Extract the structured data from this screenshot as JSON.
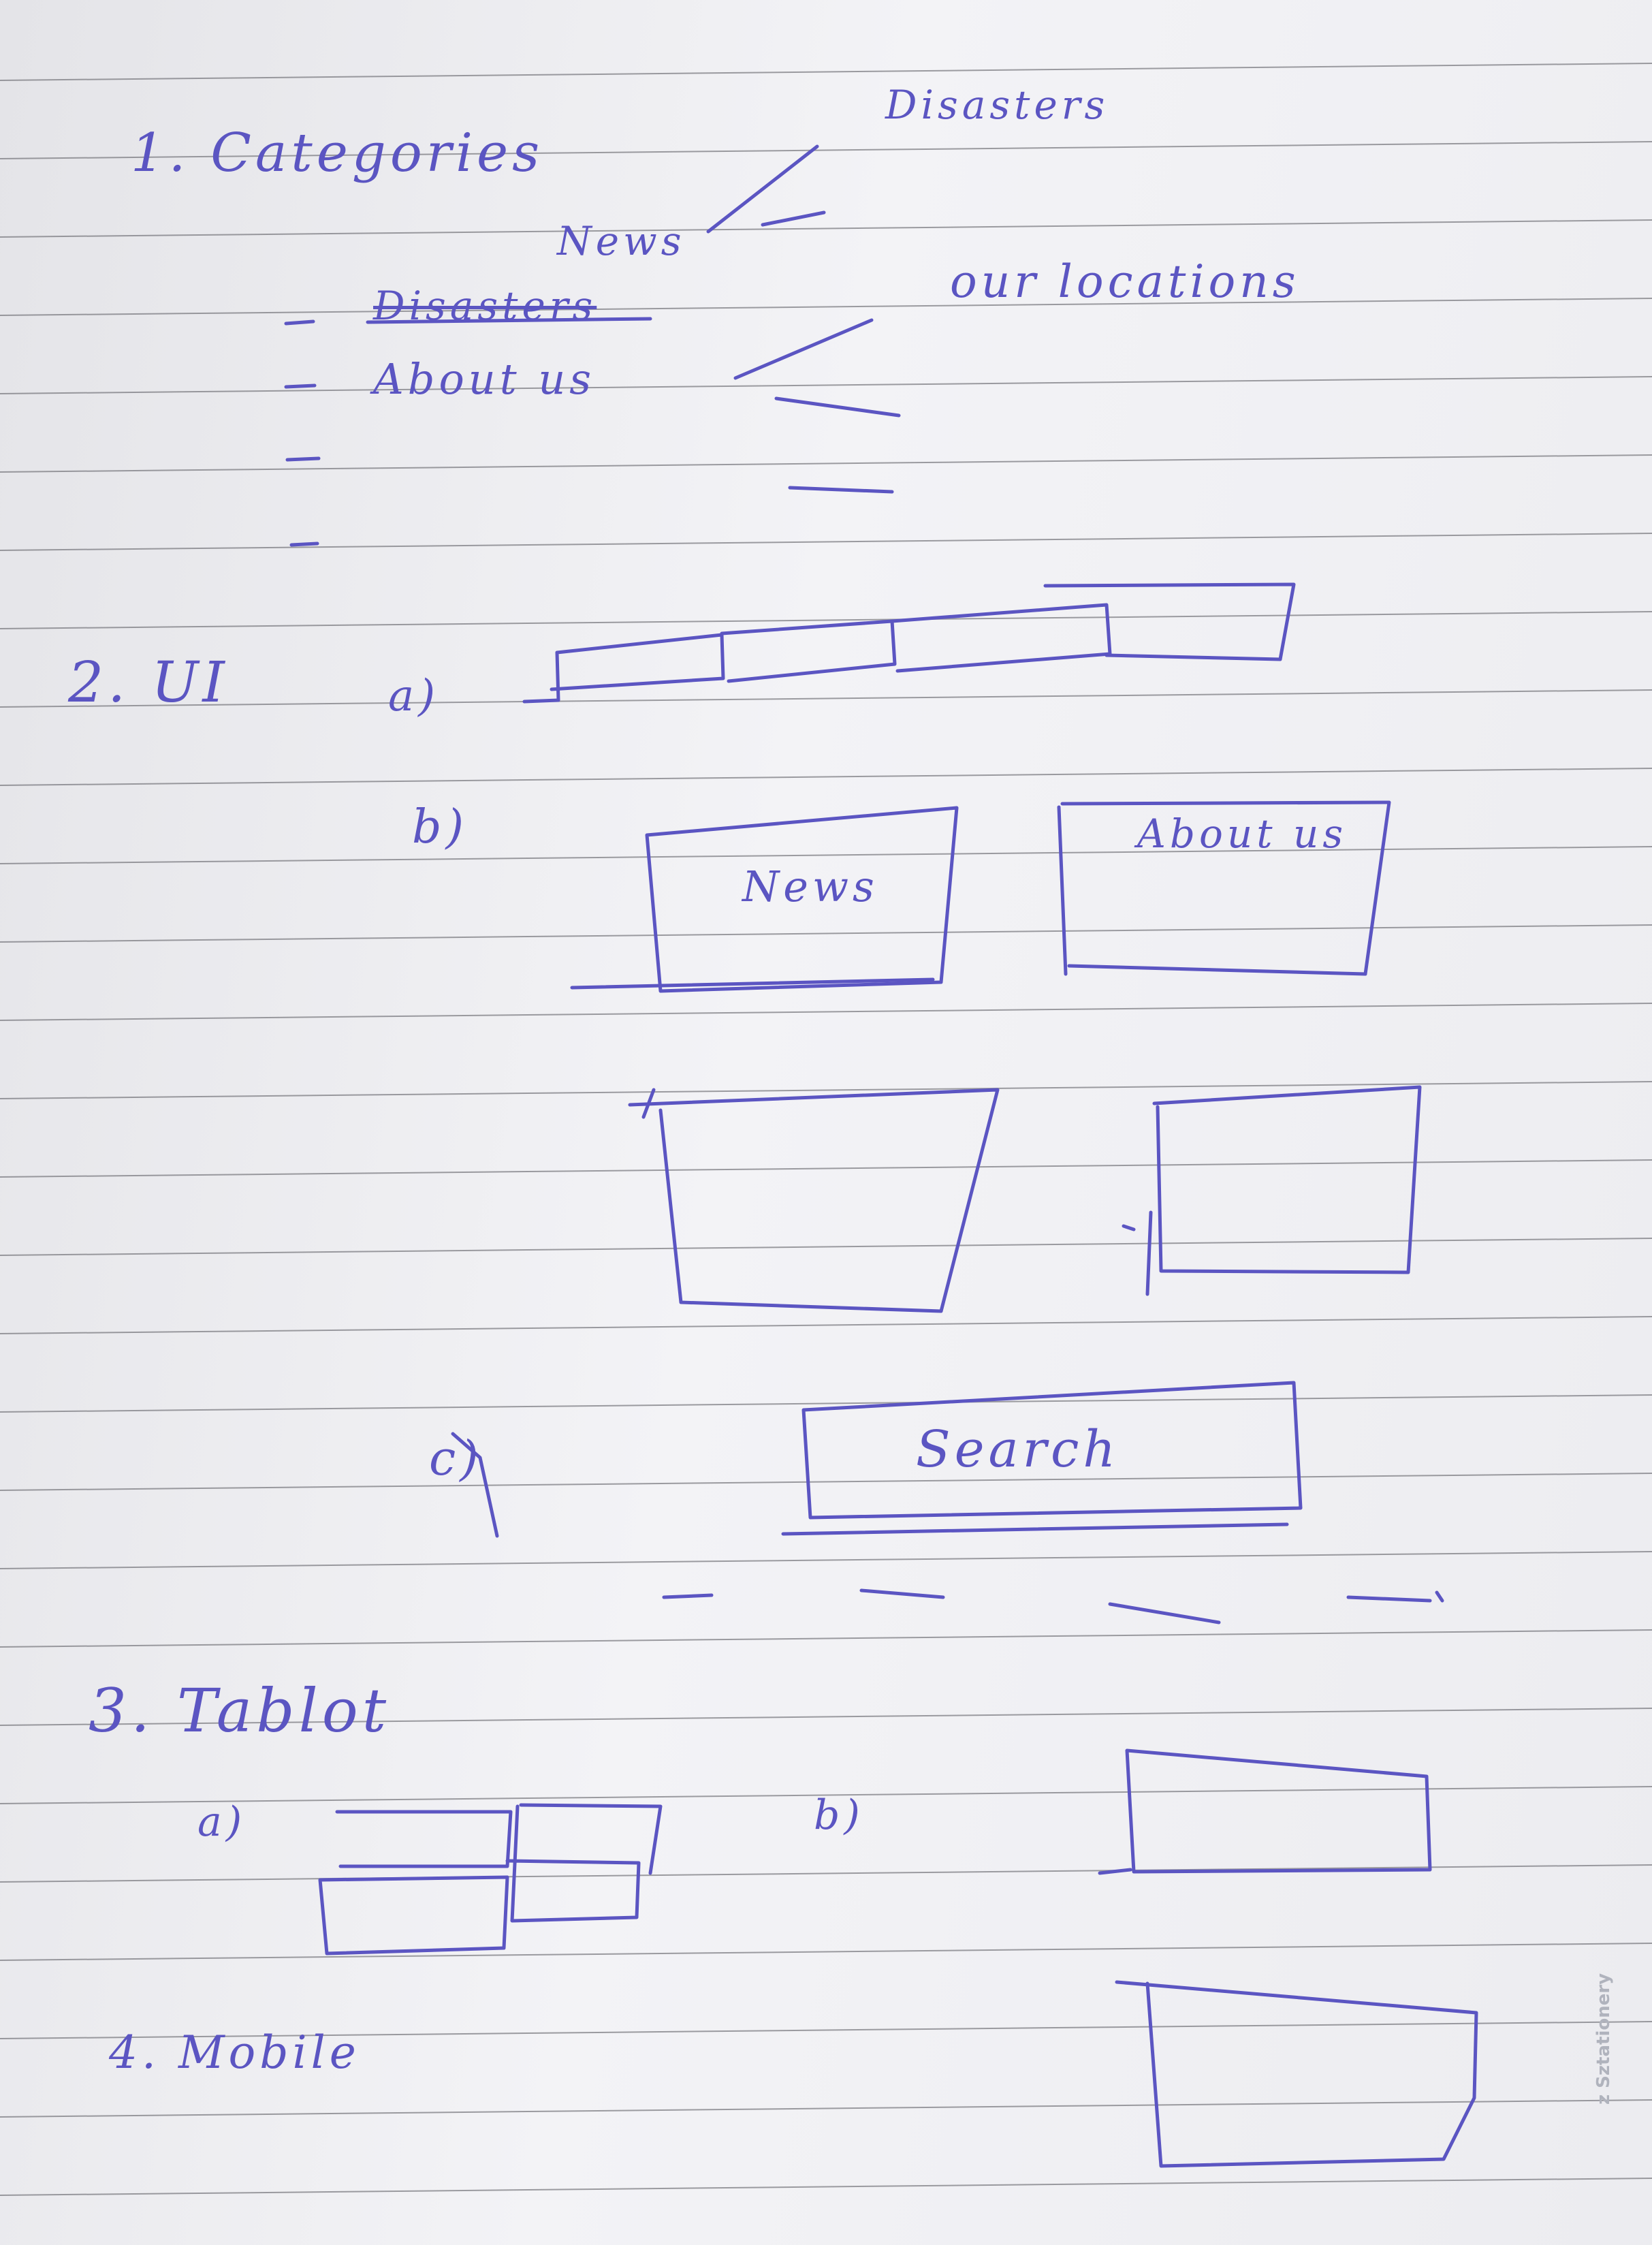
{
  "notes": {
    "item1": {
      "heading": "1. Categories",
      "inserted_word": "News",
      "struck_word": "Disasters",
      "list_item_2": "About us",
      "side_word_top": "Disasters",
      "side_word_right": "our locations"
    },
    "item2": {
      "heading": "2. UI",
      "label_a": "a)",
      "label_b": "b)",
      "box_news": "News",
      "box_about": "About us",
      "label_c": "c)",
      "search_box": "Search"
    },
    "item3": {
      "heading": "3. Tablot",
      "label_a": "a)",
      "label_b": "b)"
    },
    "item4": {
      "heading": "4. Mobile"
    }
  },
  "brand": "z Sztationery",
  "colors": {
    "ink": "#5b55c2",
    "paper": "#eeeef2",
    "rule": "#6c6c72"
  }
}
